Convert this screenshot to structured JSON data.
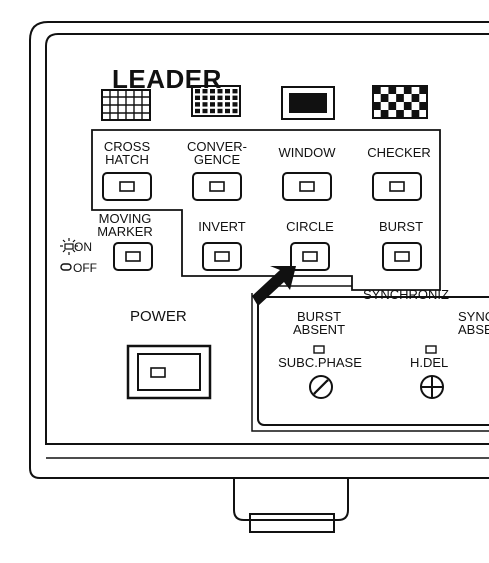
{
  "brand": {
    "name": "LEADER"
  },
  "pattern_buttons": [
    {
      "line1": "CROSS",
      "line2": "HATCH"
    },
    {
      "line1": "CONVER-",
      "line2": "GENCE"
    },
    {
      "line1": "WINDOW",
      "line2": ""
    },
    {
      "line1": "CHECKER",
      "line2": ""
    }
  ],
  "function_buttons": [
    {
      "line1": "MOVING",
      "line2": "MARKER"
    },
    {
      "line1": "INVERT",
      "line2": ""
    },
    {
      "line1": "CIRCLE",
      "line2": ""
    },
    {
      "line1": "BURST",
      "line2": ""
    }
  ],
  "marker_indicator": {
    "on": "ON",
    "off": "OFF"
  },
  "power": {
    "label": "POWER"
  },
  "synchronize": {
    "title": "SYNCHRONIZ",
    "left": {
      "line1": "BURST",
      "line2": "ABSENT",
      "control": "SUBC.PHASE"
    },
    "right": {
      "line1": "SYNC",
      "line2": "ABSEN",
      "control": "H.DEL"
    }
  },
  "icons": {
    "crosshatch": "crosshatch-pattern-icon",
    "convergence": "dot-grid-pattern-icon",
    "window": "window-pattern-icon",
    "checker": "checkerboard-pattern-icon",
    "pointer": "arrow-pointer-icon"
  }
}
